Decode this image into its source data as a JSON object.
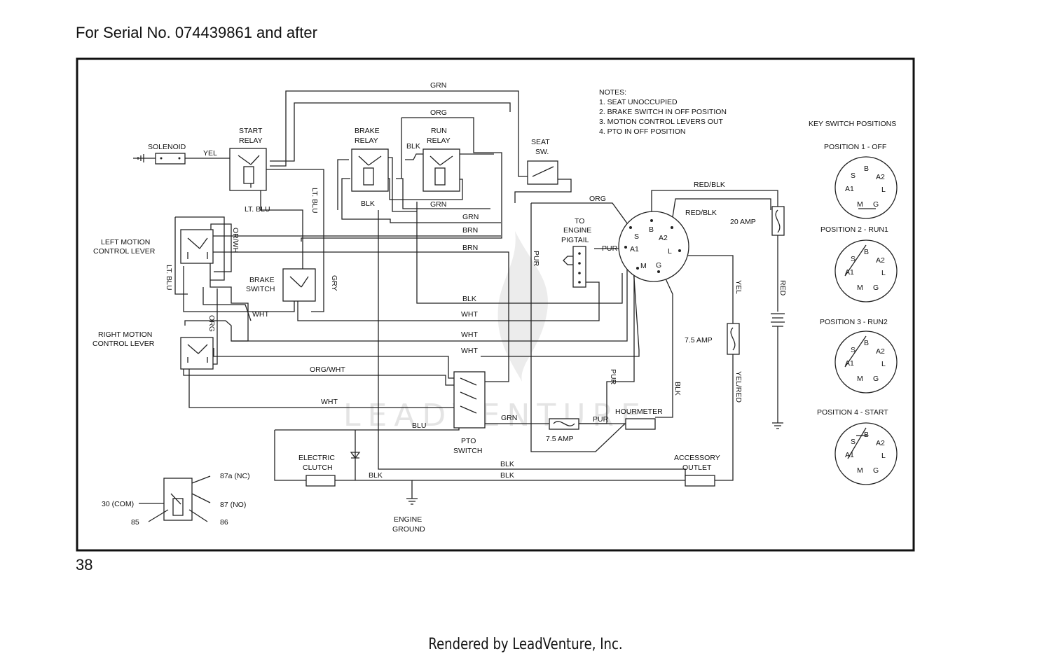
{
  "header": {
    "serial_note": "For Serial No. 074439861 and after"
  },
  "page_number": "38",
  "footer": "Rendered by LeadVenture, Inc.",
  "watermark": "LEADVENTURE",
  "notes": {
    "title": "NOTES:",
    "items": [
      "1.  SEAT UNOCCUPIED",
      "2. BRAKE SWITCH IN OFF POSITION",
      "3. MOTION CONTROL LEVERS OUT",
      "4. PTO IN OFF POSITION"
    ]
  },
  "components": {
    "solenoid": "SOLENOID",
    "start_relay": [
      "START",
      "RELAY"
    ],
    "brake_relay": [
      "BRAKE",
      "RELAY"
    ],
    "run_relay": [
      "RUN",
      "RELAY"
    ],
    "seat_sw": [
      "SEAT",
      "SW."
    ],
    "left_motion": [
      "LEFT MOTION",
      "CONTROL LEVER"
    ],
    "right_motion": [
      "RIGHT MOTION",
      "CONTROL LEVER"
    ],
    "brake_switch": [
      "BRAKE",
      "SWITCH"
    ],
    "to_engine_pigtail": [
      "TO",
      "ENGINE",
      "PIGTAIL"
    ],
    "pto_switch": [
      "PTO",
      "SWITCH"
    ],
    "electric_clutch": [
      "ELECTRIC",
      "CLUTCH"
    ],
    "engine_ground": [
      "ENGINE",
      "GROUND"
    ],
    "accessory_outlet": [
      "ACCESSORY",
      "OUTLET"
    ],
    "hourmeter": "HOURMETER",
    "fuse_20": "20 AMP",
    "fuse_75_a": "7.5 AMP",
    "fuse_75_b": "7.5 AMP"
  },
  "wires": {
    "grn_top": "GRN",
    "org_top": "ORG",
    "yel": "YEL",
    "blk_a": "BLK",
    "blk_b": "BLK",
    "grn_a": "GRN",
    "grn_b": "GRN",
    "brn_a": "BRN",
    "brn_b": "BRN",
    "lt_blu_a": "LT. BLU",
    "lt_blu_b": "LT. BLU",
    "lt_blu_c": "LT. BLU",
    "or_wh": "OR/WH",
    "gry": "GRY",
    "wht_a": "WHT",
    "org_b": "ORG",
    "org_c": "ORG",
    "pur_a": "PUR",
    "pur_b": "PUR",
    "pur_c": "PUR",
    "pur_d": "PUR",
    "red_blk_a": "RED/BLK",
    "red_blk_b": "RED/BLK",
    "red": "RED",
    "yel_b": "YEL",
    "yel_red": "YEL/RED",
    "blk_c": "BLK",
    "wht_b": "WHT",
    "wht_c": "WHT",
    "wht_d": "WHT",
    "org_wht": "ORG/WHT",
    "wht_e": "WHT",
    "blu": "BLU",
    "grn_c": "GRN",
    "blk_d": "BLK",
    "blk_e": "BLK",
    "blk_f": "BLK",
    "blk_g": "BLK"
  },
  "key_switch": {
    "terminals": {
      "s": "S",
      "b": "B",
      "a1": "A1",
      "a2": "A2",
      "l": "L",
      "m": "M",
      "g": "G"
    }
  },
  "key_positions": {
    "title": "KEY SWITCH POSITIONS",
    "positions": [
      "POSITION 1 - OFF",
      "POSITION 2 - RUN1",
      "POSITION 3 - RUN2",
      "POSITION 4 - START"
    ]
  },
  "relay_legend": {
    "t87a": "87a (NC)",
    "t30": "30 (COM)",
    "t87": "87 (NO)",
    "t85": "85",
    "t86": "86"
  }
}
